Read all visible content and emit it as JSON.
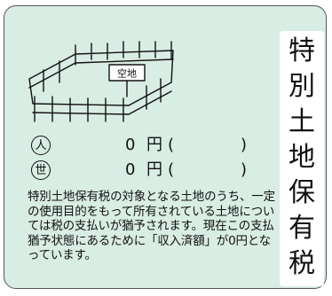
{
  "title": {
    "chars": [
      "特",
      "別",
      "土",
      "地",
      "保",
      "有",
      "税"
    ]
  },
  "illustration": {
    "sign_text": "空地"
  },
  "rows": [
    {
      "mark": "人",
      "amount": "0",
      "unit": "円",
      "paren_open": "(",
      "paren_close": ")"
    },
    {
      "mark": "世",
      "amount": "0",
      "unit": "円",
      "paren_open": "(",
      "paren_close": ")"
    }
  ],
  "description": "特別土地保有税の対象となる土地のうち、一定の使用目的をもって所有されている土地については税の支払いが猶予されます。現在この支払猶予状態にあるために「収入済額」が0円となっています。",
  "colors": {
    "card_background": "#d8ede3",
    "border": "#555555"
  }
}
